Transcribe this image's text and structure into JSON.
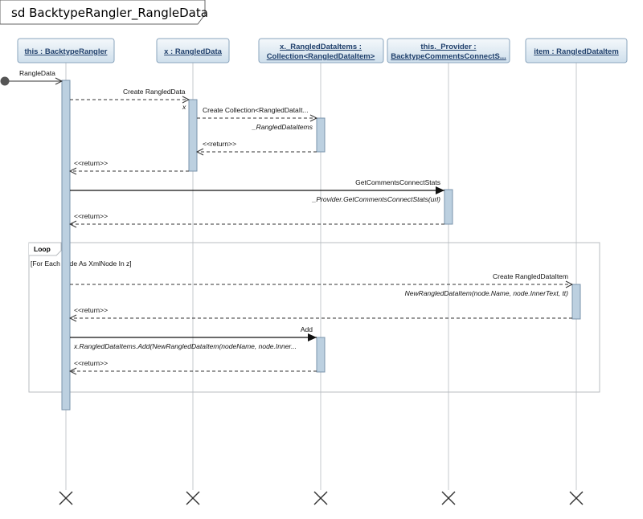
{
  "frame": {
    "title": "sd BacktypeRangler_RangleData"
  },
  "lifelines": [
    {
      "id": "this",
      "label_lines": [
        "this : BacktypeRangler"
      ]
    },
    {
      "id": "x",
      "label_lines": [
        "x : RangledData"
      ]
    },
    {
      "id": "items",
      "label_lines": [
        "x._RangledDataItems :",
        "Collection<RangledDataItem>"
      ]
    },
    {
      "id": "provider",
      "label_lines": [
        "this._Provider :",
        "BacktypeCommentsConnectS..."
      ]
    },
    {
      "id": "item",
      "label_lines": [
        "item : RangledDataItem"
      ]
    }
  ],
  "found_message": {
    "label": "RangleData"
  },
  "messages": {
    "create_rangled_data": "Create RangledData",
    "x_marker": "x",
    "create_collection": "Create Collection<RangledDataIt...",
    "rangled_data_items_return": "_RangledDataItems",
    "return_1": "<<return>>",
    "return_2": "<<return>>",
    "get_comments_connect_stats": "GetCommentsConnectStats",
    "provider_call": "_Provider.GetCommentsConnectStats(url)",
    "return_3": "<<return>>",
    "create_rangled_data_item": "Create RangledDataItem",
    "new_rangled_data_item": "NewRangledDataItem(node.Name, node.InnerText, tt)",
    "return_4": "<<return>>",
    "add": "Add",
    "add_call": "x.RangledDataItems.Add(NewRangledDataItem(nodeName, node.Inner...",
    "return_5": "<<return>>"
  },
  "loop": {
    "label": "Loop",
    "guard": "[For Each node As XmlNode In z]"
  }
}
